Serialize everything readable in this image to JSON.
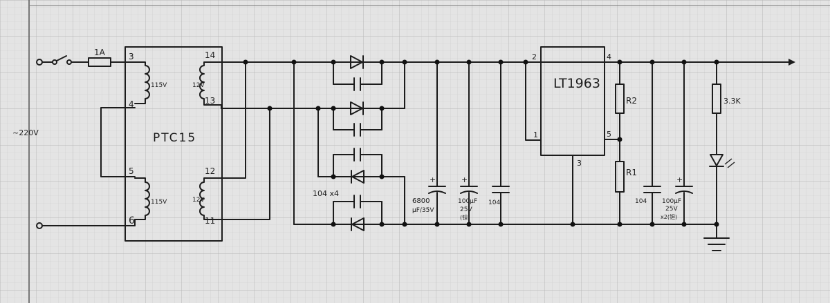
{
  "input": {
    "voltage_label": "~220V",
    "fuse_label": "1A"
  },
  "transformer": {
    "name": "PTC15",
    "primary": [
      {
        "pin_top": "3",
        "pin_bottom": "4",
        "voltage": "115V"
      },
      {
        "pin_top": "5",
        "pin_bottom": "6",
        "voltage": "115V"
      }
    ],
    "secondary": [
      {
        "pin_top": "14",
        "pin_bottom": "13",
        "voltage": "12V"
      },
      {
        "pin_top": "12",
        "pin_bottom": "11",
        "voltage": "12V"
      }
    ]
  },
  "rectifier": {
    "bypass_caps_label": "104 x4"
  },
  "filter_caps": [
    {
      "value": "6800",
      "rating": "μF/35V"
    },
    {
      "value": "100μF",
      "rating": "25V",
      "note": "(钽)"
    },
    {
      "value": "104"
    }
  ],
  "regulator": {
    "name": "LT1963",
    "pins": [
      "1",
      "2",
      "3",
      "4",
      "5"
    ]
  },
  "feedback": {
    "r_top": "R2",
    "r_bottom": "R1"
  },
  "output_caps": [
    {
      "value": "104"
    },
    {
      "value": "100μF",
      "rating": "25V",
      "note": "x2(钽)"
    }
  ],
  "indicator": {
    "resistor": "3.3K"
  }
}
